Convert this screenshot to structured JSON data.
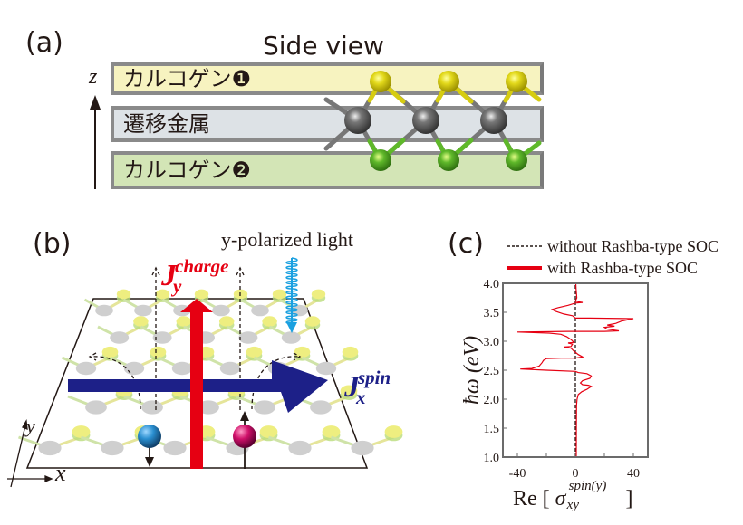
{
  "panel_a": {
    "label": "(a)",
    "title": "Side view",
    "axis_label": "z",
    "layers": [
      {
        "name": "chalcogen-1",
        "label": "カルコゲン❶",
        "color": "#f7f3c0"
      },
      {
        "name": "transition-metal",
        "label": "遷移金属",
        "color": "#dde2e6"
      },
      {
        "name": "chalcogen-2",
        "label": "カルコゲン❷",
        "color": "#d3e5b6"
      }
    ],
    "atom_colors": {
      "chalcogen_top": "#e2d81a",
      "metal": "#555555",
      "chalcogen_bottom": "#5fb82a"
    }
  },
  "panel_b": {
    "label": "(b)",
    "light_label": "y-polarized light",
    "charge_current": {
      "symbol": "J",
      "sub": "y",
      "sup": "charge",
      "color": "#e60012"
    },
    "spin_current": {
      "symbol": "J",
      "sub": "x",
      "sup": "spin",
      "color": "#1d2088"
    },
    "axes": {
      "x": "x",
      "y": "y"
    },
    "light_color": "#1aa0e0",
    "electrons": [
      {
        "name": "spin-down-electron",
        "color": "#2a8fd0",
        "spin": "down"
      },
      {
        "name": "spin-up-electron",
        "color": "#d0106a",
        "spin": "up"
      }
    ]
  },
  "panel_c": {
    "label": "(c)"
  },
  "chart_data": {
    "type": "line",
    "title": "",
    "xlabel": "Re [ σ_xy^spin(y) ]",
    "xlabel_parts": {
      "prefix": "Re",
      "sigma": "σ",
      "sub": "xy",
      "sup": "spin(y)"
    },
    "ylabel": "ħω (eV)",
    "xlim": [
      -50,
      50
    ],
    "ylim": [
      1.0,
      4.0
    ],
    "xticks": [
      -40,
      0,
      40
    ],
    "xtick_labels": [
      "-40",
      "0",
      "40"
    ],
    "xticks_minor": [
      -20,
      20
    ],
    "yticks": [
      1.0,
      1.5,
      2.0,
      2.5,
      3.0,
      3.5,
      4.0
    ],
    "ytick_labels": [
      "1.0",
      "1.5",
      "2.0",
      "2.5",
      "3.0",
      "3.5",
      "4.0"
    ],
    "grid": false,
    "legend": {
      "position": "top",
      "entries": [
        {
          "label": "without Rashba-type SOC",
          "style": "dashed",
          "color": "#231815"
        },
        {
          "label": "with Rashba-type SOC",
          "style": "solid",
          "color": "#e60012"
        }
      ]
    },
    "series": [
      {
        "name": "without Rashba-type SOC",
        "style": "dashed",
        "color": "#231815",
        "points": [
          [
            0,
            1.0
          ],
          [
            0,
            4.0
          ]
        ]
      },
      {
        "name": "with Rashba-type SOC",
        "style": "solid",
        "color": "#e60012",
        "points": [
          [
            0.6,
            1.0
          ],
          [
            0.7,
            1.5
          ],
          [
            0.8,
            1.9
          ],
          [
            1.2,
            2.0
          ],
          [
            2.0,
            2.08
          ],
          [
            4.5,
            2.13
          ],
          [
            8,
            2.17
          ],
          [
            11,
            2.22
          ],
          [
            9,
            2.24
          ],
          [
            5,
            2.25
          ],
          [
            3.5,
            2.28
          ],
          [
            5,
            2.32
          ],
          [
            10,
            2.36
          ],
          [
            11,
            2.4
          ],
          [
            8,
            2.44
          ],
          [
            2,
            2.46
          ],
          [
            0,
            2.48
          ],
          [
            -20,
            2.5
          ],
          [
            -38,
            2.52
          ],
          [
            -30,
            2.53
          ],
          [
            -25,
            2.57
          ],
          [
            -23,
            2.63
          ],
          [
            -22,
            2.67
          ],
          [
            -20,
            2.7
          ],
          [
            -10,
            2.71
          ],
          [
            0,
            2.71
          ],
          [
            5,
            2.73
          ],
          [
            2,
            2.77
          ],
          [
            -1,
            2.83
          ],
          [
            -3,
            2.88
          ],
          [
            -8,
            2.9
          ],
          [
            -3,
            2.91
          ],
          [
            -2,
            2.95
          ],
          [
            -5,
            2.97
          ],
          [
            -1,
            2.98
          ],
          [
            -3,
            3.03
          ],
          [
            -6,
            3.08
          ],
          [
            -10,
            3.12
          ],
          [
            -18,
            3.14
          ],
          [
            -40,
            3.16
          ],
          [
            -5,
            3.17
          ],
          [
            20,
            3.17
          ],
          [
            30,
            3.18
          ],
          [
            22,
            3.21
          ],
          [
            20,
            3.24
          ],
          [
            27,
            3.26
          ],
          [
            22,
            3.28
          ],
          [
            28,
            3.31
          ],
          [
            32,
            3.35
          ],
          [
            38,
            3.38
          ],
          [
            40,
            3.39
          ],
          [
            10,
            3.4
          ],
          [
            0,
            3.4
          ],
          [
            -2,
            3.44
          ],
          [
            -8,
            3.47
          ],
          [
            -14,
            3.52
          ],
          [
            -16,
            3.55
          ],
          [
            -12,
            3.58
          ],
          [
            -5,
            3.62
          ],
          [
            0,
            3.66
          ],
          [
            5,
            3.67
          ],
          [
            0,
            3.69
          ],
          [
            1,
            3.75
          ],
          [
            0.5,
            3.9
          ],
          [
            0.3,
            4.0
          ]
        ]
      }
    ]
  }
}
